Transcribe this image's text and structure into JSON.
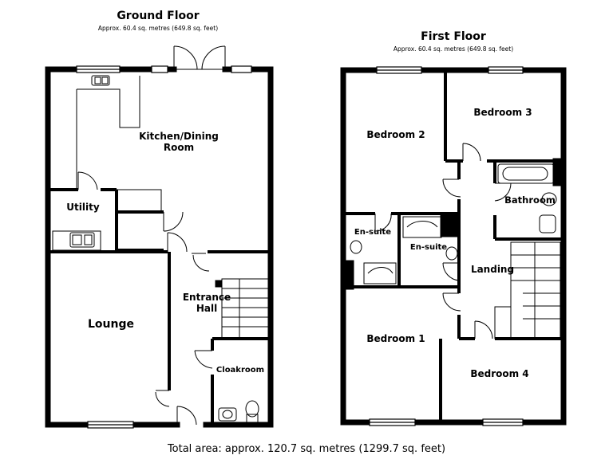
{
  "ground_floor": {
    "title": "Ground Floor",
    "area": "Approx. 60.4 sq. metres (649.8 sq. feet)",
    "rooms": {
      "kitchen_line1": "Kitchen/Dining",
      "kitchen_line2": "Room",
      "utility": "Utility",
      "lounge": "Lounge",
      "hall_line1": "Entrance",
      "hall_line2": "Hall",
      "cloakroom": "Cloakroom"
    }
  },
  "first_floor": {
    "title": "First Floor",
    "area": "Approx. 60.4 sq. metres (649.8 sq. feet)",
    "rooms": {
      "bedroom1": "Bedroom 1",
      "bedroom2": "Bedroom 2",
      "bedroom3": "Bedroom 3",
      "bedroom4": "Bedroom 4",
      "bathroom": "Bathroom",
      "ensuite1": "En-suite",
      "ensuite2": "En-suite",
      "landing": "Landing"
    }
  },
  "total_area": "Total area: approx. 120.7 sq. metres (1299.7 sq. feet)",
  "colors": {
    "wall": "#000000",
    "background": "#ffffff"
  }
}
